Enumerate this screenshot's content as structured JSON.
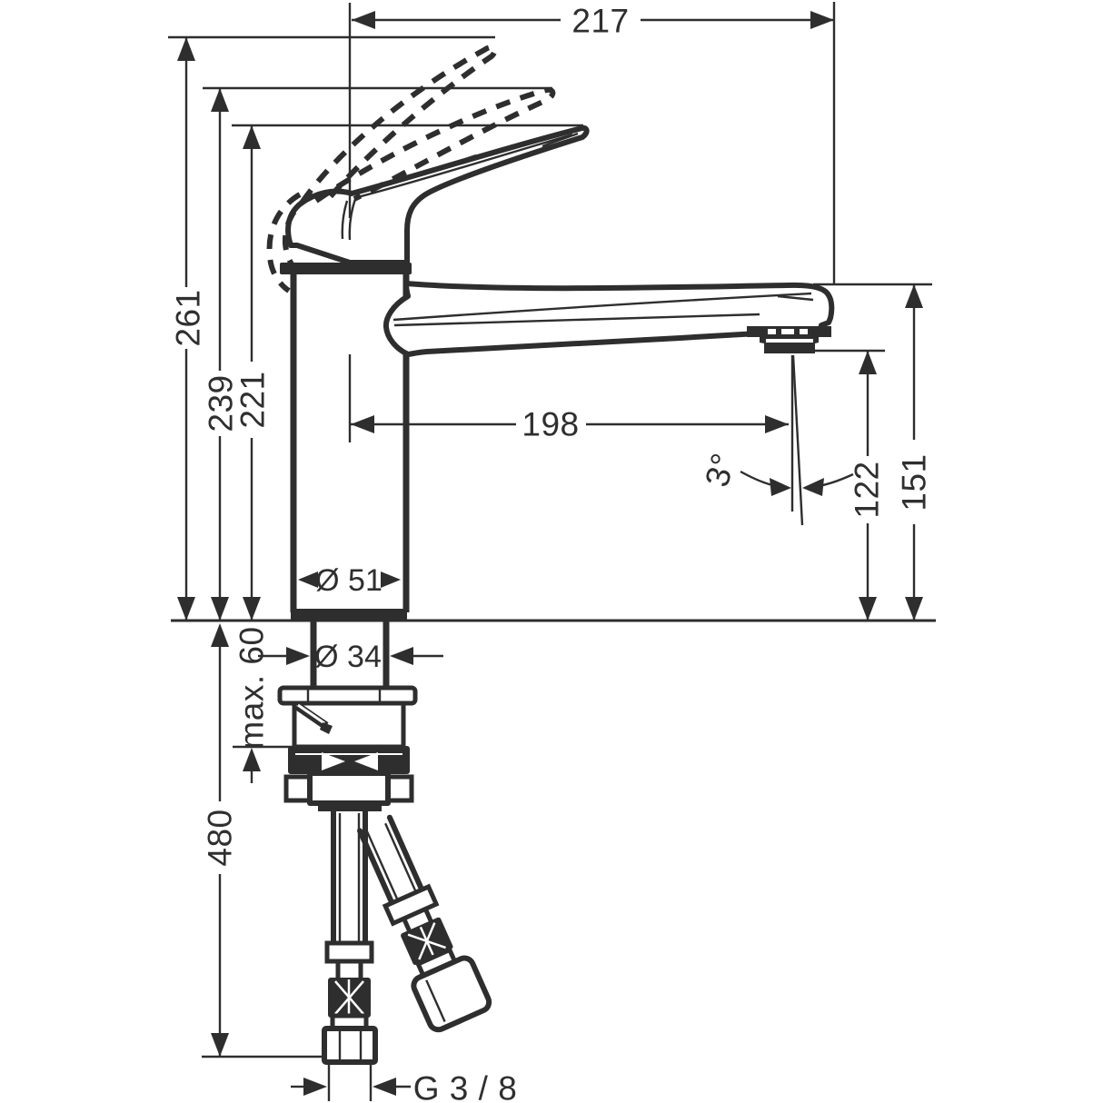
{
  "page": {
    "background": "#ffffff",
    "ink": "#2e2e2e"
  },
  "dims": {
    "d217": "217",
    "d261": "261",
    "d239": "239",
    "d221": "221",
    "d198": "198",
    "dangle": "3°",
    "d122": "122",
    "d151": "151",
    "d51": "Ø 51",
    "d34": "Ø 34",
    "dmax60": "max. 60",
    "d480": "480",
    "dthread": "G 3 / 8"
  }
}
